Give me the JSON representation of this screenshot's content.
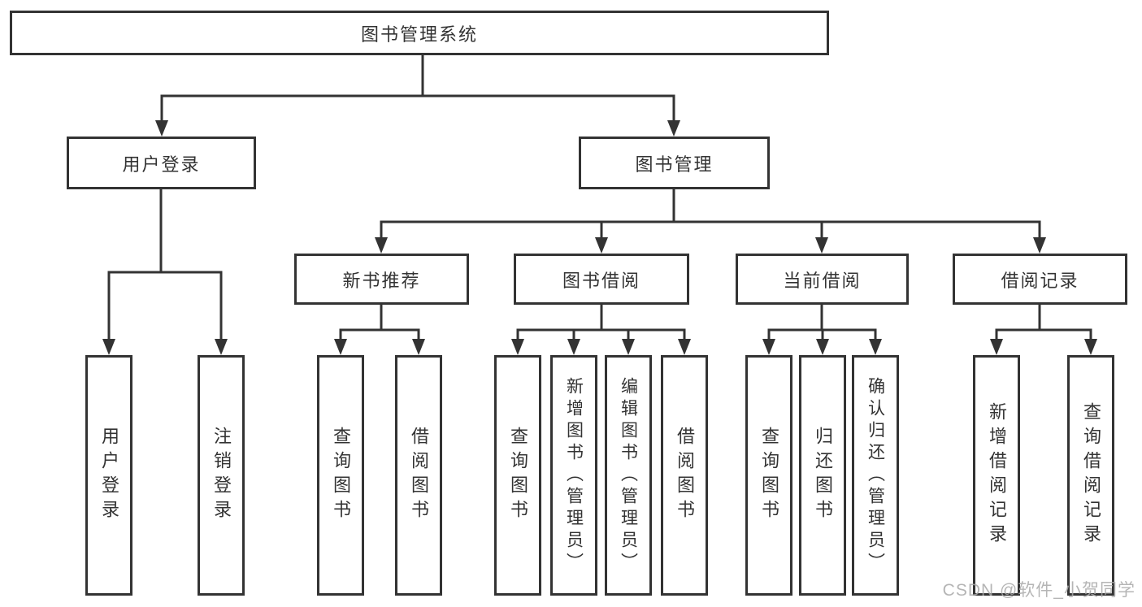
{
  "diagram": {
    "root": {
      "label": "图书管理系统"
    },
    "level2": [
      {
        "label": "用户登录"
      },
      {
        "label": "图书管理"
      }
    ],
    "level3": [
      {
        "label": "新书推荐"
      },
      {
        "label": "图书借阅"
      },
      {
        "label": "当前借阅"
      },
      {
        "label": "借阅记录"
      }
    ],
    "leaves": [
      {
        "label": "用户登录"
      },
      {
        "label": "注销登录"
      },
      {
        "label": "查询图书"
      },
      {
        "label": "借阅图书"
      },
      {
        "label": "查询图书"
      },
      {
        "label": "新增图书（管理员）"
      },
      {
        "label": "编辑图书（管理员）"
      },
      {
        "label": "借阅图书"
      },
      {
        "label": "查询图书"
      },
      {
        "label": "归还图书"
      },
      {
        "label": "确认归还（管理员）"
      },
      {
        "label": "新增借阅记录"
      },
      {
        "label": "查询借阅记录"
      }
    ],
    "watermark": "CSDN @软件_小贺同学",
    "colors": {
      "line": "#333333",
      "text": "#333333",
      "watermark": "#a9a9a9",
      "background": "#ffffff"
    }
  }
}
